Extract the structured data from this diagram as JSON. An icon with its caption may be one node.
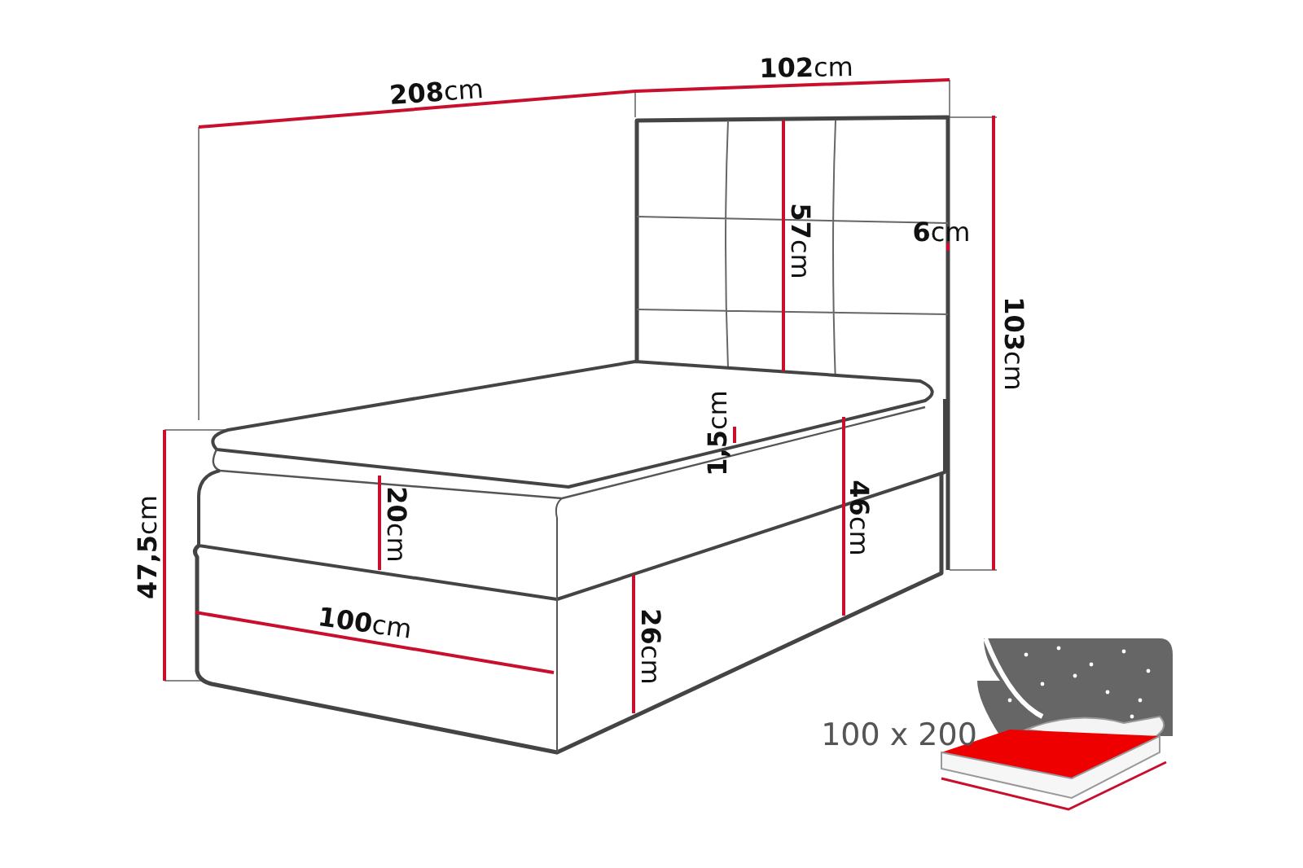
{
  "diagram": {
    "labels": [
      "**208**cm",
      "**102**cm",
      "**57**cm",
      "**6**cm",
      "**103**cm",
      "**1,5**cm",
      "**47,5**cm",
      "**20**cm",
      "**46**cm",
      "**100**cm",
      "**26**cm",
      "100 x 200"
    ]
  }
}
